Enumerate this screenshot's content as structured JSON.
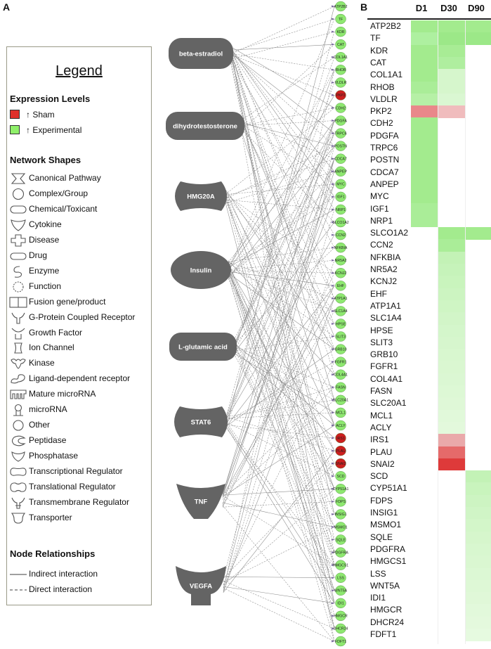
{
  "panel_a_label": "A",
  "panel_b_label": "B",
  "legend": {
    "title": "Legend",
    "expression_heading": "Expression Levels",
    "expression_items": [
      {
        "label": "↑ Sham",
        "color": "#e0302a"
      },
      {
        "label": "↑ Experimental",
        "color": "#8ff06a"
      }
    ],
    "shapes_heading": "Network Shapes",
    "shapes": [
      {
        "label": "Canonical Pathway",
        "icon": "canonical-pathway-icon"
      },
      {
        "label": "Complex/Group",
        "icon": "complex-group-icon"
      },
      {
        "label": "Chemical/Toxicant",
        "icon": "chemical-toxicant-icon"
      },
      {
        "label": "Cytokine",
        "icon": "cytokine-icon"
      },
      {
        "label": "Disease",
        "icon": "disease-icon"
      },
      {
        "label": "Drug",
        "icon": "drug-icon"
      },
      {
        "label": "Enzyme",
        "icon": "enzyme-icon"
      },
      {
        "label": "Function",
        "icon": "function-icon"
      },
      {
        "label": "Fusion gene/product",
        "icon": "fusion-gene-icon"
      },
      {
        "label": "G-Protein Coupled Receptor",
        "icon": "gpcr-icon"
      },
      {
        "label": "Growth Factor",
        "icon": "growth-factor-icon"
      },
      {
        "label": "Ion Channel",
        "icon": "ion-channel-icon"
      },
      {
        "label": "Kinase",
        "icon": "kinase-icon"
      },
      {
        "label": "Ligand-dependent receptor",
        "icon": "ligand-receptor-icon"
      },
      {
        "label": "Mature microRNA",
        "icon": "mature-microrna-icon"
      },
      {
        "label": "microRNA",
        "icon": "microrna-icon"
      },
      {
        "label": "Other",
        "icon": "other-icon"
      },
      {
        "label": "Peptidase",
        "icon": "peptidase-icon"
      },
      {
        "label": "Phosphatase",
        "icon": "phosphatase-icon"
      },
      {
        "label": "Transcriptional Regulator",
        "icon": "transcriptional-regulator-icon"
      },
      {
        "label": "Translational Regulator",
        "icon": "translational-regulator-icon"
      },
      {
        "label": "Transmembrane Regulator",
        "icon": "transmembrane-regulator-icon"
      },
      {
        "label": "Transporter",
        "icon": "transporter-icon"
      }
    ],
    "relationships_heading": "Node Relationships",
    "relationships": [
      {
        "label": "Indirect interaction",
        "style": "solid"
      },
      {
        "label": "Direct interaction",
        "style": "dashed"
      }
    ]
  },
  "network": {
    "regulators": [
      {
        "label": "beta-estradiol",
        "shape": "chemical"
      },
      {
        "label": "dihydrotestosterone",
        "shape": "chemical"
      },
      {
        "label": "HMG20A",
        "shape": "transcriptional-regulator"
      },
      {
        "label": "Insulin",
        "shape": "complex"
      },
      {
        "label": "L-glutamic acid",
        "shape": "chemical"
      },
      {
        "label": "STAT6",
        "shape": "transcriptional-regulator"
      },
      {
        "label": "TNF",
        "shape": "cytokine"
      },
      {
        "label": "VEGFA",
        "shape": "growth-factor"
      }
    ],
    "genes": [
      {
        "label": "ATP2B2",
        "status": "up"
      },
      {
        "label": "TF",
        "status": "up"
      },
      {
        "label": "KDR",
        "status": "up"
      },
      {
        "label": "CAT",
        "status": "up"
      },
      {
        "label": "COL1A1",
        "status": "up"
      },
      {
        "label": "RHOB",
        "status": "up"
      },
      {
        "label": "VLDLR",
        "status": "up"
      },
      {
        "label": "PKP2",
        "status": "down"
      },
      {
        "label": "CDH2",
        "status": "up"
      },
      {
        "label": "PDGFA",
        "status": "up"
      },
      {
        "label": "TRPC6",
        "status": "up"
      },
      {
        "label": "POSTN",
        "status": "up"
      },
      {
        "label": "CDCA7",
        "status": "up"
      },
      {
        "label": "ANPEP",
        "status": "up"
      },
      {
        "label": "MYC",
        "status": "up"
      },
      {
        "label": "IGF1",
        "status": "up"
      },
      {
        "label": "NRP1",
        "status": "up"
      },
      {
        "label": "SLCO1A2",
        "status": "up"
      },
      {
        "label": "CCN2",
        "status": "up"
      },
      {
        "label": "NFKBIA",
        "status": "up"
      },
      {
        "label": "NR5A2",
        "status": "up"
      },
      {
        "label": "KCNJ2",
        "status": "up"
      },
      {
        "label": "EHF",
        "status": "up"
      },
      {
        "label": "ATP1A1",
        "status": "up"
      },
      {
        "label": "SLC1A4",
        "status": "up"
      },
      {
        "label": "HPSE",
        "status": "up"
      },
      {
        "label": "SLIT3",
        "status": "up"
      },
      {
        "label": "GRB10",
        "status": "up"
      },
      {
        "label": "FGFR1",
        "status": "up"
      },
      {
        "label": "COL4A1",
        "status": "up"
      },
      {
        "label": "FASN",
        "status": "up"
      },
      {
        "label": "SLC20A1",
        "status": "up"
      },
      {
        "label": "MCL1",
        "status": "up"
      },
      {
        "label": "ACLY",
        "status": "up"
      },
      {
        "label": "IRS1",
        "status": "down"
      },
      {
        "label": "PLAU",
        "status": "down"
      },
      {
        "label": "SNAI2",
        "status": "down"
      },
      {
        "label": "SCD",
        "status": "up"
      },
      {
        "label": "CYP51A1",
        "status": "up"
      },
      {
        "label": "FDPS",
        "status": "up"
      },
      {
        "label": "INSIG1",
        "status": "up"
      },
      {
        "label": "MSMO1",
        "status": "up"
      },
      {
        "label": "SQLE",
        "status": "up"
      },
      {
        "label": "PDGFRA",
        "status": "up"
      },
      {
        "label": "HMGCS1",
        "status": "up"
      },
      {
        "label": "LSS",
        "status": "up"
      },
      {
        "label": "WNT5A",
        "status": "up"
      },
      {
        "label": "IDI1",
        "status": "up"
      },
      {
        "label": "HMGCR",
        "status": "up"
      },
      {
        "label": "DHCR24",
        "status": "up"
      },
      {
        "label": "FDFT1",
        "status": "up"
      }
    ]
  },
  "heatmap": {
    "columns": [
      "D1",
      "D30",
      "D90"
    ],
    "rows": [
      {
        "gene": "ATP2B2",
        "D1": "#a3eb8e",
        "D30": "#a3eb8e",
        "D90": "#a3eb8e"
      },
      {
        "gene": "TF",
        "D1": "#aef0a0",
        "D30": "#9ce888",
        "D90": "#9ce888"
      },
      {
        "gene": "KDR",
        "D1": "#a3eb8e",
        "D30": "#a8ec95",
        "D90": ""
      },
      {
        "gene": "CAT",
        "D1": "#a3eb8e",
        "D30": "#afee9f",
        "D90": ""
      },
      {
        "gene": "COL1A1",
        "D1": "#a3eb8e",
        "D30": "#d6f6cc",
        "D90": ""
      },
      {
        "gene": "RHOB",
        "D1": "#aaed98",
        "D30": "#d6f6cc",
        "D90": ""
      },
      {
        "gene": "VLDLR",
        "D1": "#b6f0a6",
        "D30": "#daf7d2",
        "D90": ""
      },
      {
        "gene": "PKP2",
        "D1": "#e9888a",
        "D30": "#f0bcbd",
        "D90": ""
      },
      {
        "gene": "CDH2",
        "D1": "#a3eb8e",
        "D30": "",
        "D90": ""
      },
      {
        "gene": "PDGFA",
        "D1": "#a3eb8e",
        "D30": "",
        "D90": ""
      },
      {
        "gene": "TRPC6",
        "D1": "#a3eb8e",
        "D30": "",
        "D90": ""
      },
      {
        "gene": "POSTN",
        "D1": "#a3eb8e",
        "D30": "",
        "D90": ""
      },
      {
        "gene": "CDCA7",
        "D1": "#a3eb8e",
        "D30": "",
        "D90": ""
      },
      {
        "gene": "ANPEP",
        "D1": "#a3eb8e",
        "D30": "",
        "D90": ""
      },
      {
        "gene": "MYC",
        "D1": "#a3eb8e",
        "D30": "",
        "D90": ""
      },
      {
        "gene": "IGF1",
        "D1": "#aaed98",
        "D30": "",
        "D90": ""
      },
      {
        "gene": "NRP1",
        "D1": "#aaed98",
        "D30": "",
        "D90": ""
      },
      {
        "gene": "SLCO1A2",
        "D1": "",
        "D30": "#a3eb8e",
        "D90": "#a3eb8e"
      },
      {
        "gene": "CCN2",
        "D1": "",
        "D30": "#aaed98",
        "D90": ""
      },
      {
        "gene": "NFKBIA",
        "D1": "",
        "D30": "#c3f2b6",
        "D90": ""
      },
      {
        "gene": "NR5A2",
        "D1": "",
        "D30": "#c6f3ba",
        "D90": ""
      },
      {
        "gene": "KCNJ2",
        "D1": "",
        "D30": "#c9f4bd",
        "D90": ""
      },
      {
        "gene": "EHF",
        "D1": "",
        "D30": "#ccf4c1",
        "D90": ""
      },
      {
        "gene": "ATP1A1",
        "D1": "",
        "D30": "#cff5c4",
        "D90": ""
      },
      {
        "gene": "SLC1A4",
        "D1": "",
        "D30": "#d2f5c8",
        "D90": ""
      },
      {
        "gene": "HPSE",
        "D1": "",
        "D30": "#d4f6cb",
        "D90": ""
      },
      {
        "gene": "SLIT3",
        "D1": "",
        "D30": "#d6f6cd",
        "D90": ""
      },
      {
        "gene": "GRB10",
        "D1": "",
        "D30": "#d8f7cf",
        "D90": ""
      },
      {
        "gene": "FGFR1",
        "D1": "",
        "D30": "#daf7d1",
        "D90": ""
      },
      {
        "gene": "COL4A1",
        "D1": "",
        "D30": "#dbf7d3",
        "D90": ""
      },
      {
        "gene": "FASN",
        "D1": "",
        "D30": "#ddf8d5",
        "D90": ""
      },
      {
        "gene": "SLC20A1",
        "D1": "",
        "D30": "#dff8d7",
        "D90": ""
      },
      {
        "gene": "MCL1",
        "D1": "",
        "D30": "#e1f9da",
        "D90": ""
      },
      {
        "gene": "ACLY",
        "D1": "",
        "D30": "#e3f9dc",
        "D90": ""
      },
      {
        "gene": "IRS1",
        "D1": "",
        "D30": "#eaa9aa",
        "D90": ""
      },
      {
        "gene": "PLAU",
        "D1": "",
        "D30": "#e56a6a",
        "D90": ""
      },
      {
        "gene": "SNAI2",
        "D1": "",
        "D30": "#de3a3a",
        "D90": ""
      },
      {
        "gene": "SCD",
        "D1": "",
        "D30": "",
        "D90": "#c3f2b6"
      },
      {
        "gene": "CYP51A1",
        "D1": "",
        "D30": "",
        "D90": "#c9f4bd"
      },
      {
        "gene": "FDPS",
        "D1": "",
        "D30": "",
        "D90": "#cdf4c2"
      },
      {
        "gene": "INSIG1",
        "D1": "",
        "D30": "",
        "D90": "#d0f5c6"
      },
      {
        "gene": "MSMO1",
        "D1": "",
        "D30": "",
        "D90": "#d3f6c9"
      },
      {
        "gene": "SQLE",
        "D1": "",
        "D30": "",
        "D90": "#d6f6cc"
      },
      {
        "gene": "PDGFRA",
        "D1": "",
        "D30": "",
        "D90": "#d8f7cf"
      },
      {
        "gene": "HMGCS1",
        "D1": "",
        "D30": "",
        "D90": "#daf7d1"
      },
      {
        "gene": "LSS",
        "D1": "",
        "D30": "",
        "D90": "#dcf8d4"
      },
      {
        "gene": "WNT5A",
        "D1": "",
        "D30": "",
        "D90": "#def8d6"
      },
      {
        "gene": "IDI1",
        "D1": "",
        "D30": "",
        "D90": "#e0f8d8"
      },
      {
        "gene": "HMGCR",
        "D1": "",
        "D30": "",
        "D90": "#e2f9db"
      },
      {
        "gene": "DHCR24",
        "D1": "",
        "D30": "",
        "D90": "#e4f9dd"
      },
      {
        "gene": "FDFT1",
        "D1": "",
        "D30": "",
        "D90": "#e6fae0"
      }
    ]
  },
  "colors": {
    "regulator_fill": "#646464",
    "up_fill": "#8ee870",
    "down_fill": "#cc1f1f",
    "edge_color": "#8a8a8a"
  }
}
